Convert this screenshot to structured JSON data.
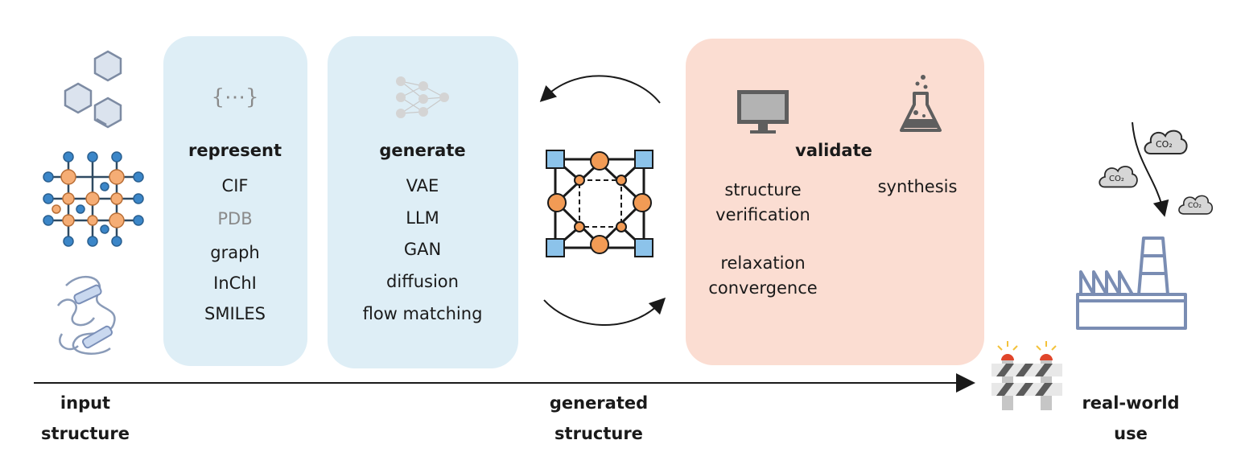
{
  "left_label": [
    "input",
    "structure"
  ],
  "represent": {
    "title": "represent",
    "icon_text": "{⋯}",
    "items": [
      "CIF",
      "PDB",
      "graph",
      "InChI",
      "SMILES"
    ]
  },
  "generate": {
    "title": "generate",
    "items": [
      "VAE",
      "LLM",
      "GAN",
      "diffusion",
      "flow matching"
    ]
  },
  "middle_label": [
    "generated",
    "structure"
  ],
  "validate": {
    "title": "validate",
    "structure_verification": [
      "structure",
      "verification"
    ],
    "relaxation": [
      "relaxation",
      "convergence"
    ],
    "synthesis": "synthesis"
  },
  "right_label": [
    "real-world",
    "use"
  ],
  "co2": [
    "CO₂",
    "CO₂",
    "CO₂"
  ],
  "colors": {
    "blue_panel": "#deeef6",
    "salmon_panel": "#fbddd2",
    "node_orange": "#f29b55",
    "node_blue": "#8cc3ea",
    "dark_blue": "#2f6ea7",
    "factory": "#7a8db3"
  }
}
